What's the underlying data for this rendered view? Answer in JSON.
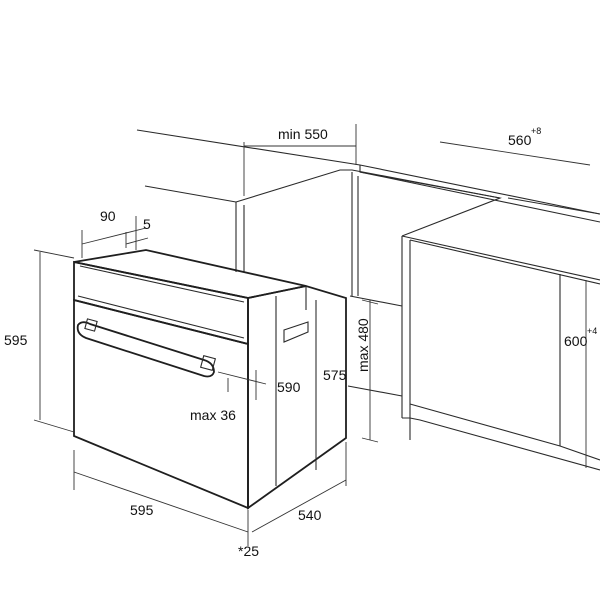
{
  "diagram": {
    "labels": {
      "min_550": "min 550",
      "dim_560": "560",
      "dim_560_sup": "+8",
      "dim_90": "90",
      "dim_5": "5",
      "dim_595_height": "595",
      "max_480": "max 480",
      "dim_600": "600",
      "dim_600_sup": "+4",
      "dim_590": "590",
      "dim_575": "575",
      "max_36": "max 36",
      "dim_595_width": "595",
      "dim_540": "540",
      "star_25": "*25"
    }
  }
}
